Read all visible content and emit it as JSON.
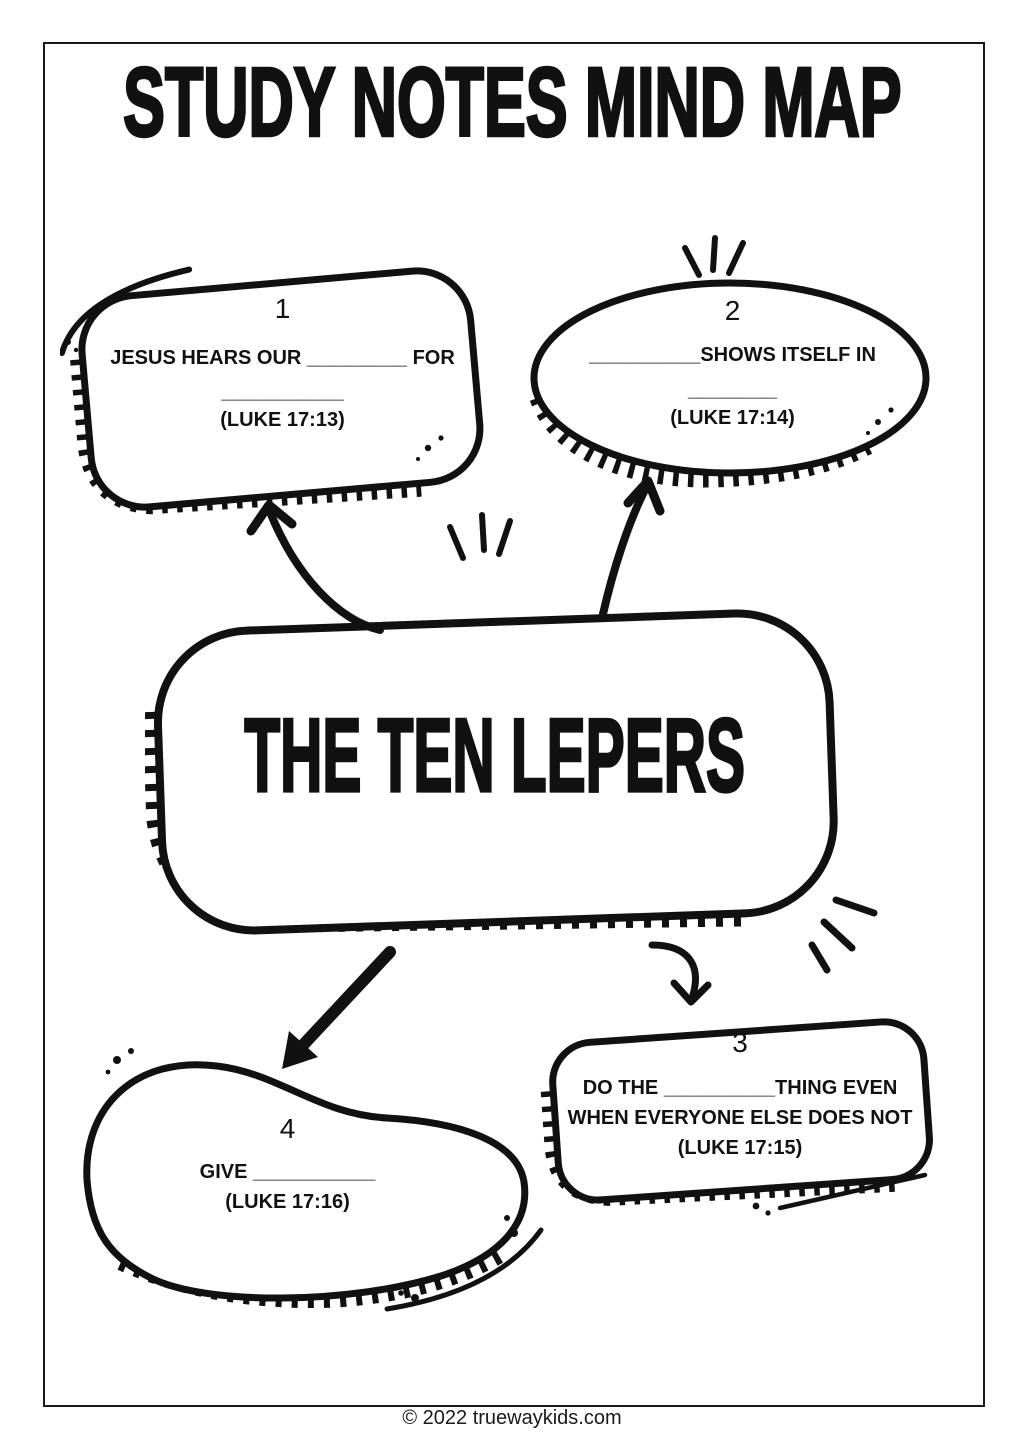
{
  "page": {
    "title": "STUDY NOTES MIND MAP",
    "footer": "© 2022 truewaykids.com",
    "ink_color": "#111111",
    "paper_color": "#ffffff"
  },
  "center_bubble": {
    "label": "THE TEN LEPERS"
  },
  "bubbles": [
    {
      "number": "1",
      "line1": "JESUS HEARS OUR _________ FOR",
      "line2": "___________",
      "reference": "(LUKE 17:13)"
    },
    {
      "number": "2",
      "line1": "__________SHOWS ITSELF IN",
      "line2": "________",
      "reference": "(LUKE 17:14)"
    },
    {
      "number": "3",
      "line1": "DO THE __________THING EVEN",
      "line2": "WHEN EVERYONE ELSE DOES NOT",
      "reference": "(LUKE 17:15)"
    },
    {
      "number": "4",
      "line1": "GIVE ___________",
      "reference": "(LUKE 17:16)"
    }
  ]
}
